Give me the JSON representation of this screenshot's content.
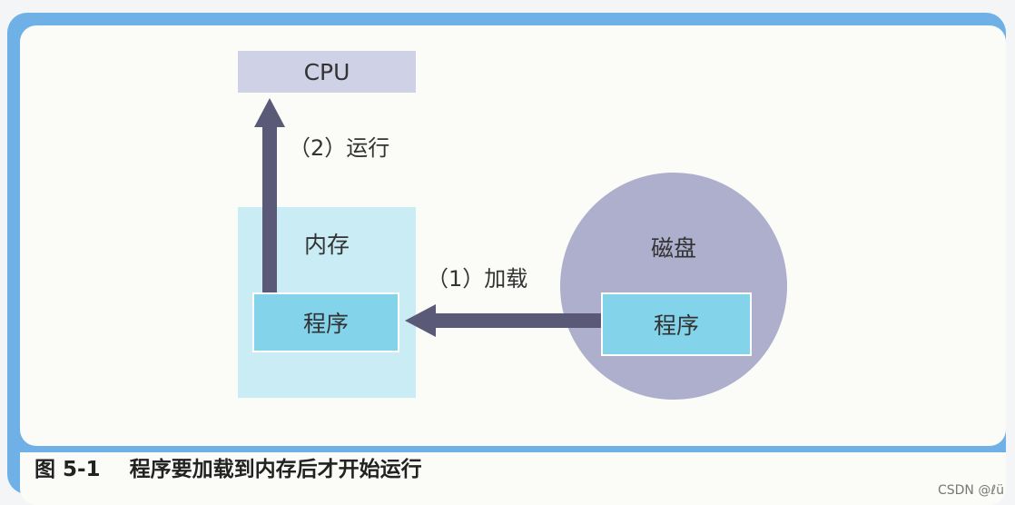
{
  "diagram": {
    "cpu_label": "CPU",
    "memory_label": "内存",
    "disk_label": "磁盘",
    "program_in_memory": "程序",
    "program_on_disk": "程序",
    "step_run": "（2）运行",
    "step_load": "（1）加载",
    "colors": {
      "frame": "#6fb1e6",
      "cpu_box": "#cfd1e6",
      "memory_box": "#c9ecf5",
      "program_box": "#83d3ea",
      "disk_circle": "#adafcc",
      "arrow": "#5a5a78"
    }
  },
  "caption": {
    "number": "图 5-1",
    "text": "程序要加载到内存后才开始运行"
  },
  "watermark": "CSDN @ℓü"
}
